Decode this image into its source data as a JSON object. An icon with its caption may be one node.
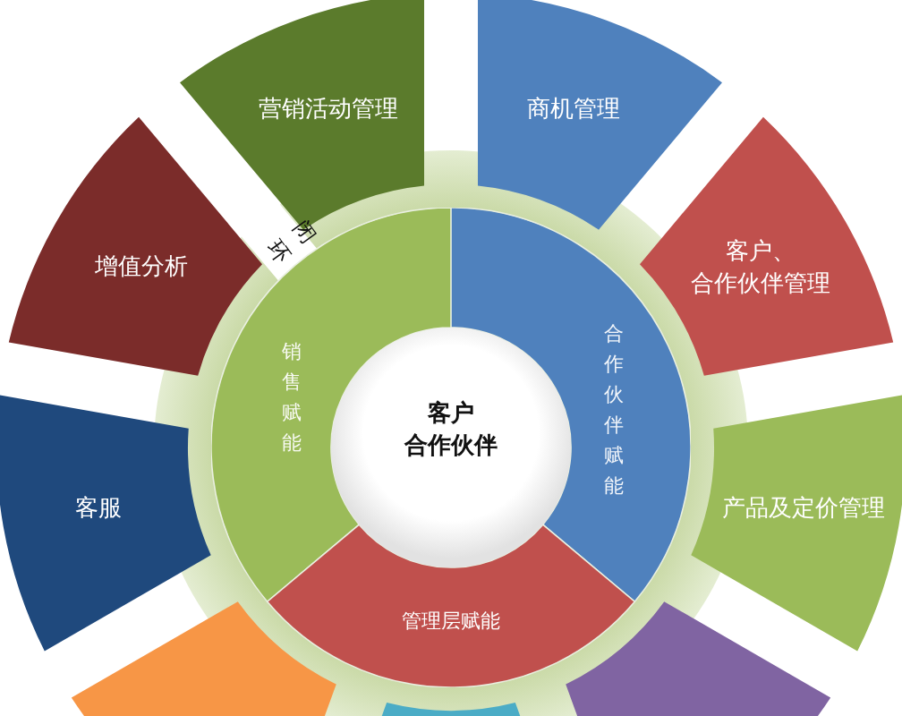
{
  "diagram": {
    "nodes": [
      {
        "text": [
          "客户合作伙伴"
        ]
      },
      {
        "text": [
          "销售赋能"
        ]
      },
      {
        "text": [
          "合作伙伴赋能"
        ]
      },
      {
        "text": [
          "管理层赋能"
        ]
      },
      {
        "text": [
          "营销活动管理"
        ]
      },
      {
        "text": [
          "商机管理"
        ]
      },
      {
        "text": [
          "客户、合作伙伴管理"
        ]
      },
      {
        "text": [
          "产品及定价管理"
        ]
      },
      {
        "text": [],
        "shape": "box"
      },
      {
        "text": [],
        "shape": "box"
      },
      {
        "text": [],
        "shape": "box"
      },
      {
        "text": [
          "客服"
        ]
      },
      {
        "text": [
          "增值分析"
        ]
      }
    ],
    "labels": [
      "闭环"
    ]
  }
}
